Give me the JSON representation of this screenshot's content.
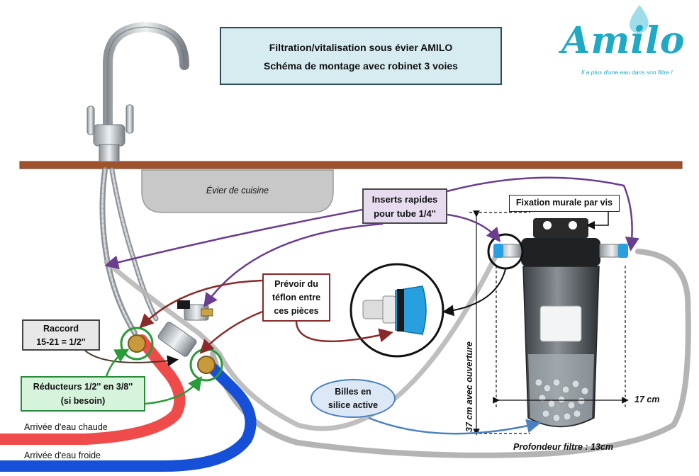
{
  "title": {
    "line1": "Filtration/vitalisation sous évier AMILO",
    "line2": "Schéma de montage avec robinet 3 voies"
  },
  "logo": {
    "word": "Amilo",
    "tagline": "Il a plus d'une eau dans son filtre !"
  },
  "labels": {
    "sink": "Évier de cuisine",
    "inserts": [
      "Inserts rapides",
      "pour tube 1/4''"
    ],
    "fixation": "Fixation murale par vis",
    "teflon": [
      "Prévoir du",
      "téflon entre",
      "ces pièces"
    ],
    "raccord": [
      "Raccord",
      "15-21 = 1/2''"
    ],
    "reducteurs": [
      "Réducteurs 1/2'' en 3/8''",
      "(si besoin)"
    ],
    "billes": [
      "Billes en",
      "silice active"
    ],
    "hot_water": "Arrivée d'eau chaude",
    "cold_water": "Arrivée d'eau froide",
    "height": "37 cm avec ouverture",
    "width": "17 cm",
    "depth": "Profondeur filtre : 13cm"
  },
  "colors": {
    "counter": "#a0522d",
    "hot_pipe": "#f04b4b",
    "cold_pipe": "#1650d8",
    "filter_tube": "#b4b4b4",
    "arrow_purple": "#6a3d8f",
    "arrow_red": "#8a2a2a",
    "arrow_green": "#2a9a3a",
    "arrow_blue": "#4a7fc0",
    "brand": "#1fa9c4"
  },
  "icons": [
    "faucet-icon",
    "drop-icon",
    "filter-housing-icon",
    "quick-connector-icon",
    "valve-icon"
  ]
}
